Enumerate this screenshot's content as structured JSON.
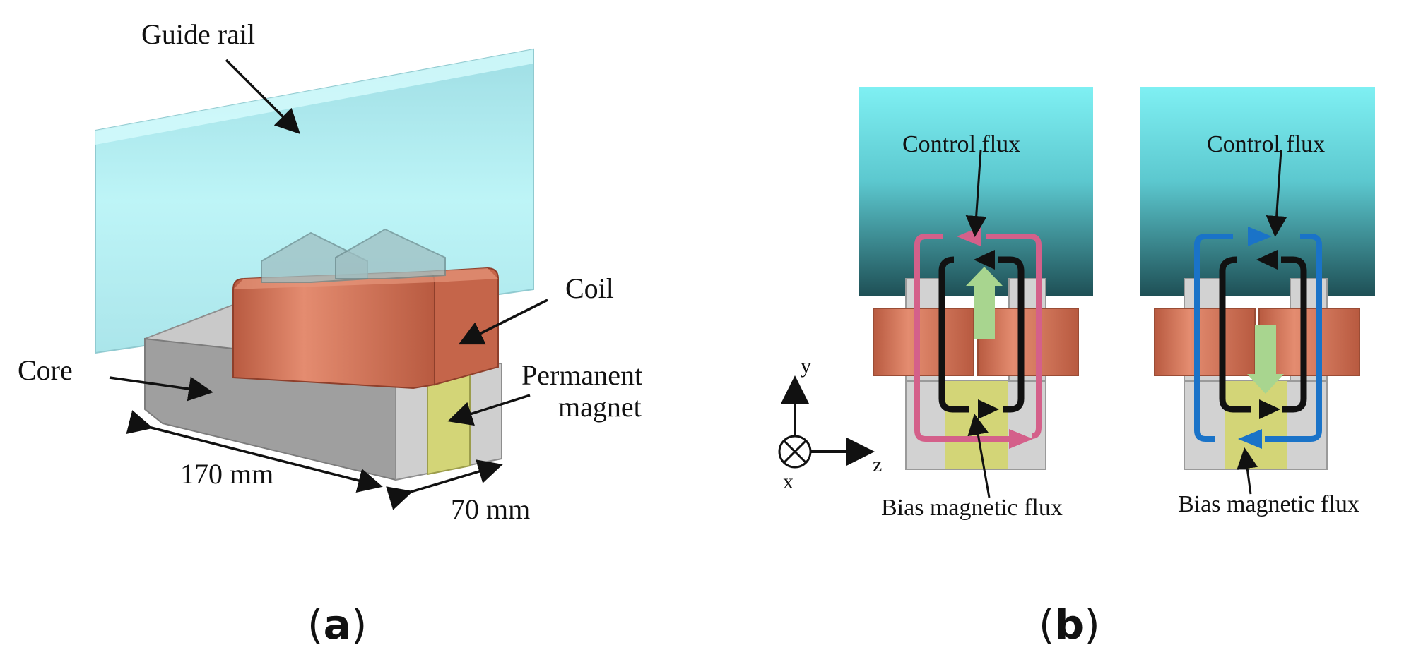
{
  "panel_a": {
    "labels": {
      "guide_rail": "Guide rail",
      "coil": "Coil",
      "core": "Core",
      "permanent_magnet_1": "Permanent",
      "permanent_magnet_2": "magnet",
      "dim_length": "170 mm",
      "dim_width": "70 mm"
    },
    "caption": {
      "open": "(",
      "letter": "a",
      "close": ")"
    }
  },
  "panel_b": {
    "left": {
      "control_flux": "Control flux",
      "bias_flux": "Bias magnetic flux",
      "control_color": "#d4608a"
    },
    "right": {
      "control_flux": "Control flux",
      "bias_flux": "Bias magnetic flux",
      "control_color": "#1a73c8"
    },
    "axes": {
      "y": "y",
      "z": "z",
      "x": "x"
    },
    "caption": {
      "open": "(",
      "letter": "b",
      "close": ")"
    }
  },
  "colors": {
    "rail": "#8fe3ea",
    "coil": "#cf6e52",
    "core": "#a9a9a9",
    "magnet": "#d3d577",
    "bias_flux": "#111111",
    "force_arrow": "#a8d58f"
  }
}
